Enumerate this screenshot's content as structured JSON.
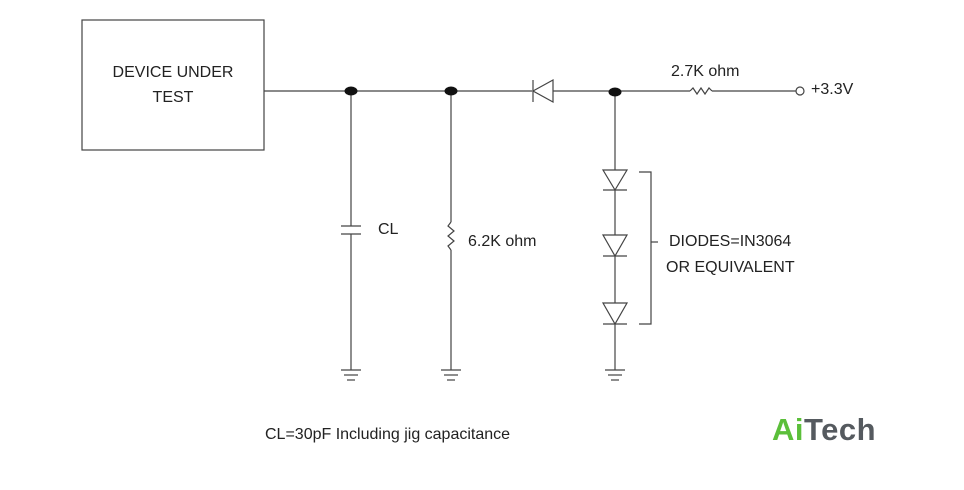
{
  "labels": {
    "dut_line1": "DEVICE UNDER",
    "dut_line2": "TEST",
    "capacitor": "CL",
    "resistor_down": "6.2K ohm",
    "resistor_pullup": "2.7K ohm",
    "supply": "+3.3V",
    "diodes_line1": "DIODES=IN3064",
    "diodes_line2": "OR EQUIVALENT",
    "footnote": "CL=30pF Including jig capacitance"
  },
  "logo": {
    "part1": "Ai",
    "part2": "Tech",
    "color_part1": "#5bbf3a",
    "color_part2": "#555a5f"
  },
  "colors": {
    "wire": "#444444",
    "node": "#111111",
    "text": "#222222"
  }
}
